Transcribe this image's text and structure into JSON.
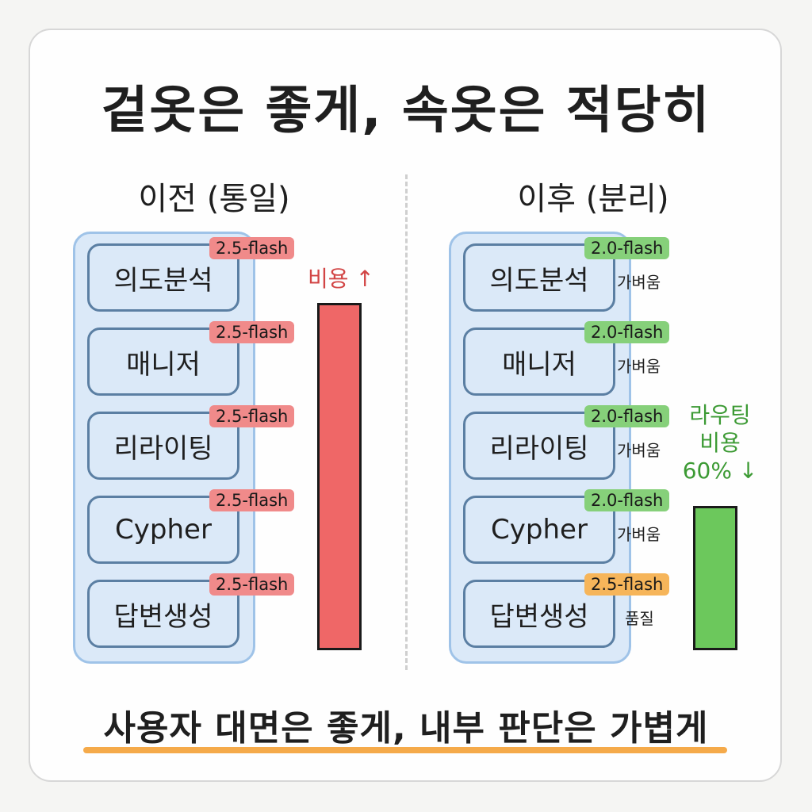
{
  "title": "겉옷은 좋게, 속옷은 적당히",
  "before": {
    "heading": "이전 (통일)",
    "steps": [
      {
        "label": "의도분석",
        "model": "2.5-flash"
      },
      {
        "label": "매니저",
        "model": "2.5-flash"
      },
      {
        "label": "리라이팅",
        "model": "2.5-flash"
      },
      {
        "label": "Cypher",
        "model": "2.5-flash"
      },
      {
        "label": "답변생성",
        "model": "2.5-flash"
      }
    ],
    "cost_label": "비용",
    "cost_arrow": "↑"
  },
  "after": {
    "heading": "이후 (분리)",
    "steps": [
      {
        "label": "의도분석",
        "model": "2.0-flash",
        "note": "가벼움"
      },
      {
        "label": "매니저",
        "model": "2.0-flash",
        "note": "가벼움"
      },
      {
        "label": "리라이팅",
        "model": "2.0-flash",
        "note": "가벼움"
      },
      {
        "label": "Cypher",
        "model": "2.0-flash",
        "note": "가벼움"
      },
      {
        "label": "답변생성",
        "model": "2.5-flash",
        "note": "품질"
      }
    ],
    "cost_label_line1": "라우팅",
    "cost_label_line2": "비용",
    "cost_label_line3": "60%",
    "cost_arrow": "↓"
  },
  "footer": "사용자 대면은 좋게, 내부 판단은 가볍게",
  "colors": {
    "red": "#ef6767",
    "green": "#6cc85c",
    "orange": "#f6b55a",
    "blue_box": "#dbe9f8",
    "underline": "#f5aa4a"
  }
}
